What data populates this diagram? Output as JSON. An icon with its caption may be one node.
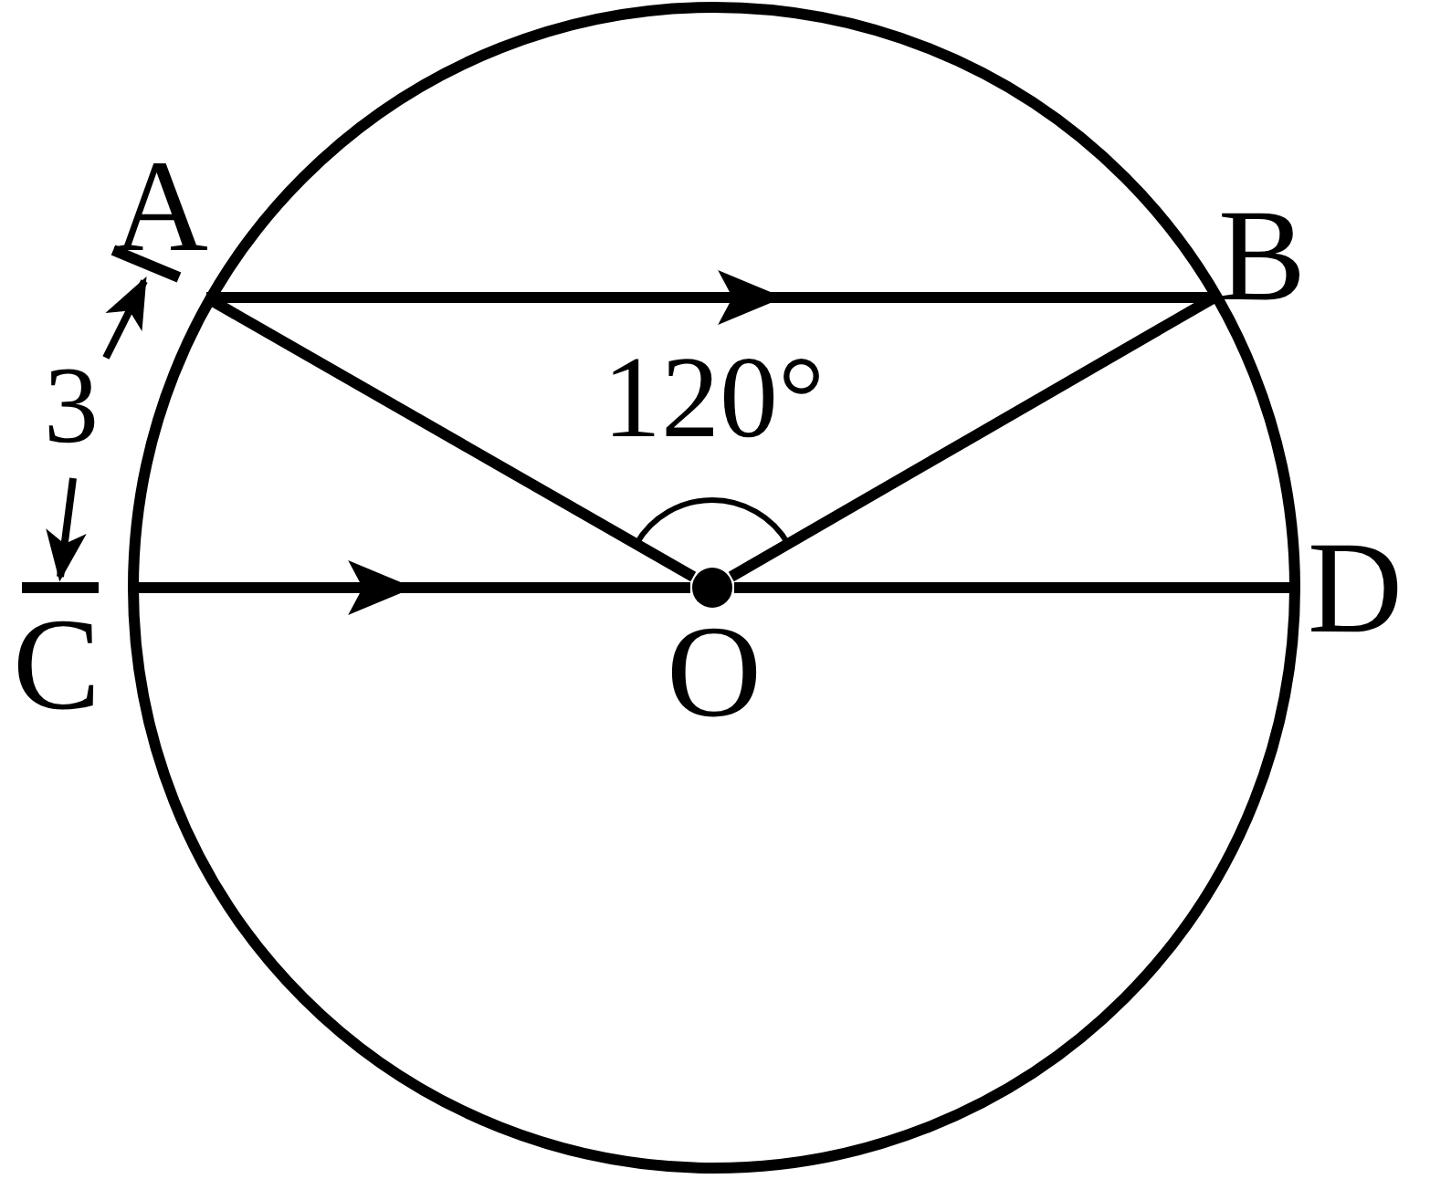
{
  "diagram": {
    "nodes": [
      {
        "text": [
          "A"
        ]
      },
      {
        "text": [
          "B"
        ]
      },
      {
        "text": [
          "C"
        ]
      },
      {
        "text": [
          "D"
        ]
      },
      {
        "text": [
          "O"
        ]
      }
    ],
    "edges": [
      {
        "from": 0,
        "to": 1,
        "arrow": "none"
      },
      {
        "from": 2,
        "to": 4,
        "arrow": "none"
      },
      {
        "from": 4,
        "to": 3,
        "arrow": "none"
      },
      {
        "from": 0,
        "to": 4,
        "arrow": "none"
      },
      {
        "from": 4,
        "to": 1,
        "arrow": "none"
      }
    ],
    "labels": [
      "3",
      "120°"
    ]
  }
}
